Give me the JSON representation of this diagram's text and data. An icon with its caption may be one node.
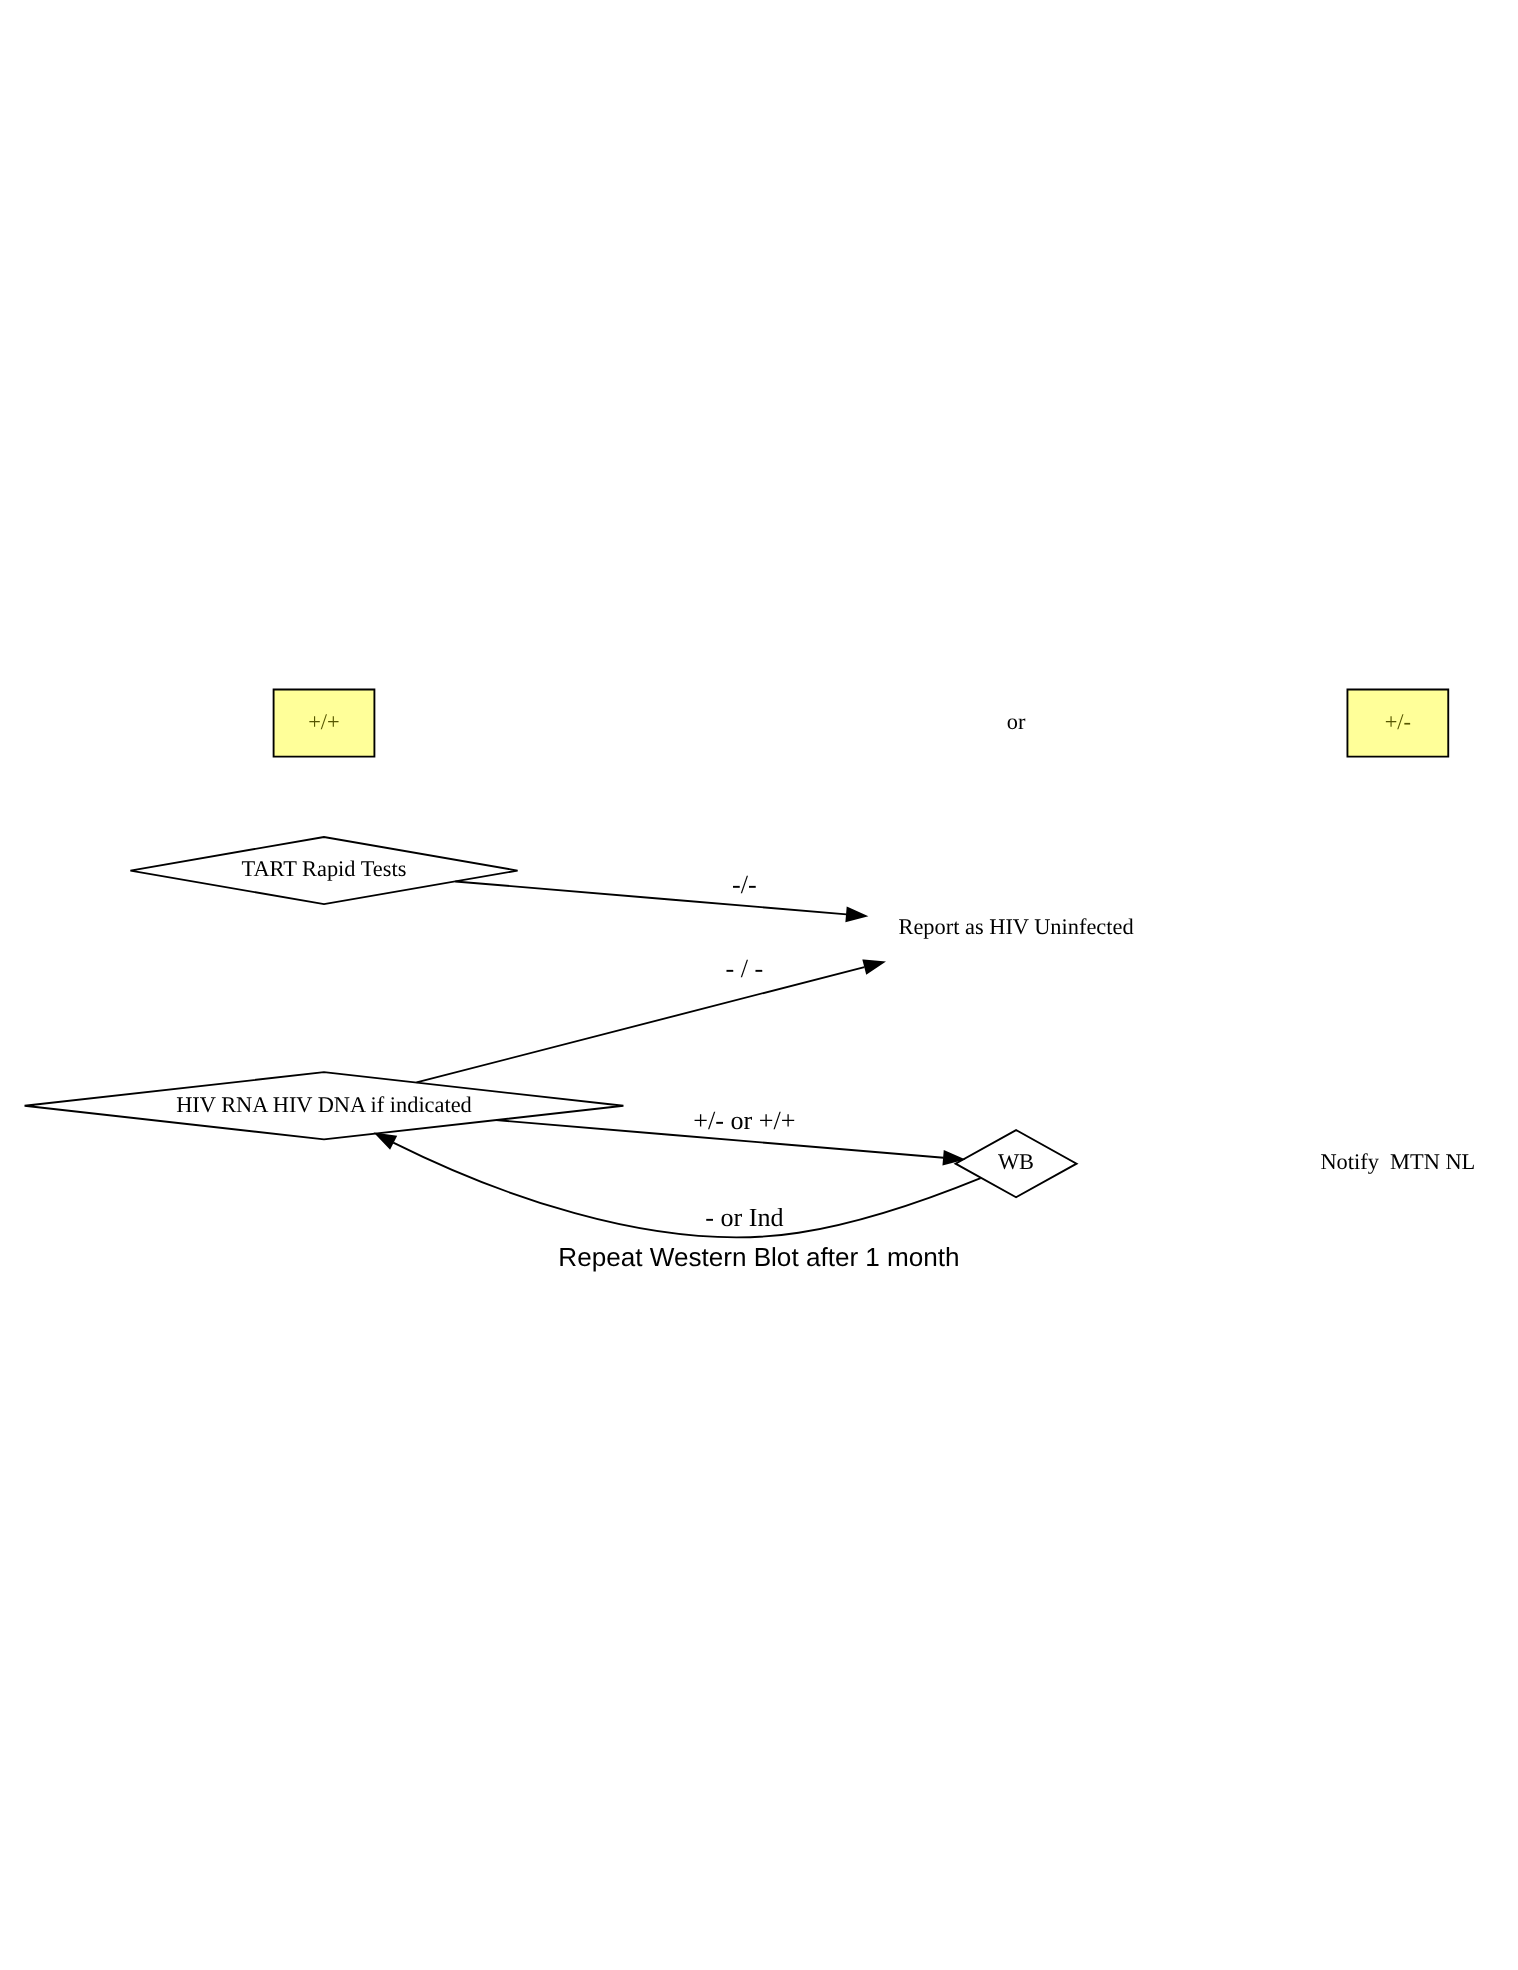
{
  "diagram": {
    "caption": "Repeat Western Blot after 1 month",
    "nodes": [
      {
        "text": [
          "TART Rapid Tests"
        ]
      },
      {
        "text": [
          "Report as HIV Uninfected"
        ]
      },
      {
        "text": [
          "WB"
        ]
      },
      {
        "text": [
          "HIV RNA HIV DNA if indicated"
        ]
      },
      {
        "text": [
          "+/+"
        ]
      },
      {
        "text": [
          "+/-"
        ]
      }
    ],
    "edges": [
      {
        "from": 0,
        "to": 1,
        "arrow": "to",
        "label": "-/-"
      },
      {
        "from": 2,
        "to": 3,
        "arrow": "to",
        "label": "- or Ind"
      },
      {
        "from": 3,
        "to": 1,
        "arrow": "to",
        "label": "- / -"
      },
      {
        "from": 3,
        "to": 2,
        "arrow": "to",
        "label": "+/- or +/+"
      }
    ],
    "labels": [
      "or",
      "Notify  MTN NL"
    ]
  }
}
